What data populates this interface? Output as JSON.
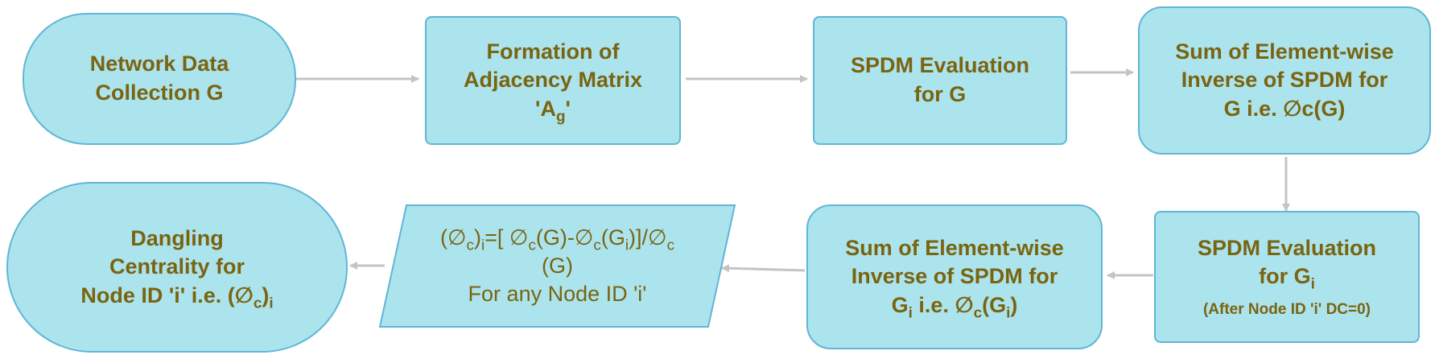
{
  "nodes": {
    "collection": {
      "l1": "Network Data",
      "l2": "Collection G"
    },
    "adjacency": {
      "l1": "Formation of",
      "l2": "Adjacency Matrix",
      "l3a": "'A",
      "l3sub": "g",
      "l3b": "'"
    },
    "spdm_g": {
      "l1": "SPDM Evaluation",
      "l2": "for G"
    },
    "sum_g": {
      "l1": "Sum of Element-wise",
      "l2": "Inverse of SPDM for",
      "l3": "G i.e. ∅c(G)"
    },
    "spdm_gi": {
      "l1": "SPDM Evaluation",
      "l2a": "for G",
      "l2sub": "i",
      "note": "(After Node ID 'i' DC=0)"
    },
    "sum_gi": {
      "l1": "Sum of Element-wise",
      "l2": "Inverse of SPDM for",
      "l3a": "G",
      "l3sub1": "i",
      "l3b": " i.e. ∅",
      "l3sub2": "c",
      "l3c": "(G",
      "l3sub3": "i",
      "l3d": ")"
    },
    "formula": {
      "p1": "(∅",
      "s1": "c",
      "p2": ")",
      "s2": "i",
      "p3": "=[ ∅",
      "s3": "c",
      "p4": "(G)-∅",
      "s4": "c",
      "p5": "(G",
      "s5": "i",
      "p6": ")]/∅",
      "s6": "c",
      "l2": "(G)",
      "l3": "For any Node ID 'i'"
    },
    "dangling": {
      "l1": "Dangling",
      "l2": "Centrality for",
      "l3a": "Node ID 'i' i.e. (∅",
      "l3sub1": "c",
      "l3b": ")",
      "l3sub2": "i"
    }
  },
  "colors": {
    "fill": "#ace4ee",
    "border": "#5fb6d6",
    "text": "#7a6410",
    "arrow": "#c4c4c4"
  }
}
